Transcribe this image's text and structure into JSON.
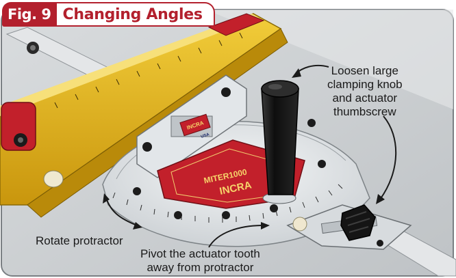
{
  "figure": {
    "number_label": "Fig. 9",
    "title": "Changing Angles"
  },
  "callouts": {
    "loosen_line1": "Loosen large",
    "loosen_line2": "clamping knob",
    "loosen_line3": "and actuator",
    "loosen_line4": "thumbscrew",
    "rotate": "Rotate protractor",
    "pivot_line1": "Pivot the actuator tooth",
    "pivot_line2": "away from protractor"
  },
  "product_labels": {
    "brand": "INCRA",
    "model": "MITER1000",
    "made_in": "USA"
  },
  "colors": {
    "accent_red": "#b3202d",
    "fence_yellow": "#e2b41a",
    "table_gray": "#c9cdd0",
    "steel": "#dfe3e6",
    "knob_black": "#141414"
  }
}
